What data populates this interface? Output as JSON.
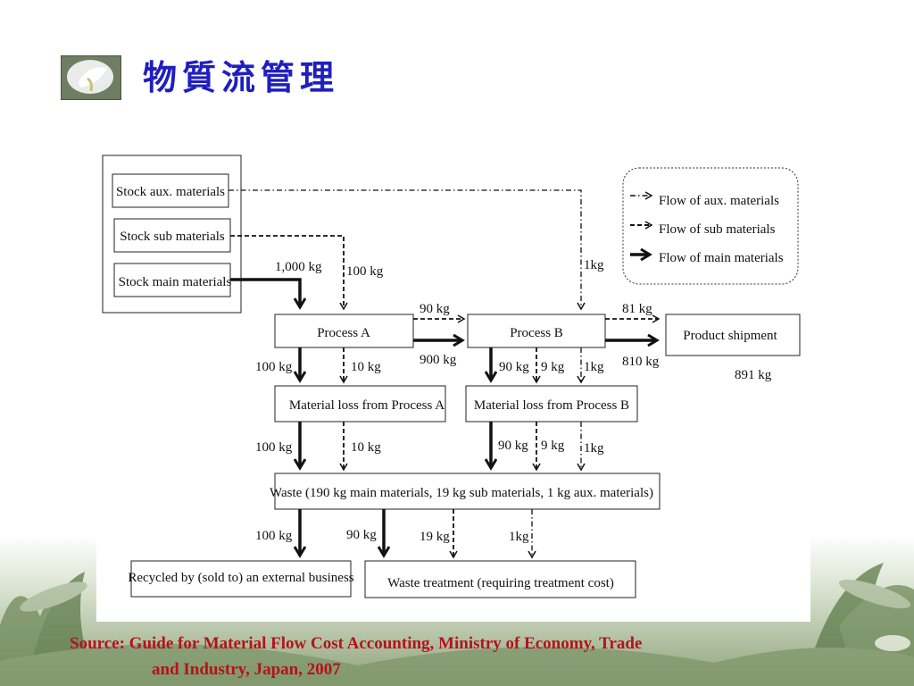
{
  "slide": {
    "title": "物質流管理",
    "logo_icon": "calla-lily-icon",
    "source_line1": "Source: Guide for Material Flow Cost Accounting, Ministry of Economy, Trade",
    "source_line2": "and Industry, Japan, 2007",
    "colors": {
      "title": "#1f1fbf",
      "source": "#b3131a"
    }
  },
  "diagram": {
    "stock_aux": "Stock aux. materials",
    "stock_sub": "Stock sub materials",
    "stock_main": "Stock main materials",
    "process_a": "Process A",
    "process_b": "Process B",
    "product_shipment": "Product shipment",
    "loss_a": "Material loss from Process A",
    "loss_b": "Material loss from Process B",
    "waste": "Waste (190 kg main materials, 19 kg sub materials, 1 kg aux. materials)",
    "recycled": "Recycled by (sold to) an external business",
    "waste_treatment": "Waste treatment (requiring treatment cost)",
    "legend": {
      "aux": "Flow of aux. materials",
      "sub": "Flow of sub materials",
      "main": "Flow of main materials"
    },
    "labels": {
      "main_in": "1,000 kg",
      "sub_in": "100 kg",
      "aux_in": "1kg",
      "ab_sub": "90 kg",
      "ab_main": "900 kg",
      "out_sub": "81 kg",
      "out_main": "810 kg",
      "shipment_total": "891 kg",
      "a_loss_main": "100 kg",
      "a_loss_sub": "10 kg",
      "b_loss_main": "90 kg",
      "b_loss_sub": "9 kg",
      "b_loss_aux": "1kg",
      "a_waste_main": "100 kg",
      "a_waste_sub": "10 kg",
      "b_waste_main": "90 kg",
      "b_waste_sub": "9 kg",
      "b_waste_aux": "1kg",
      "w_recycled": "100 kg",
      "w_treat_main": "90 kg",
      "w_treat_sub": "19 kg",
      "w_treat_aux": "1kg"
    }
  }
}
